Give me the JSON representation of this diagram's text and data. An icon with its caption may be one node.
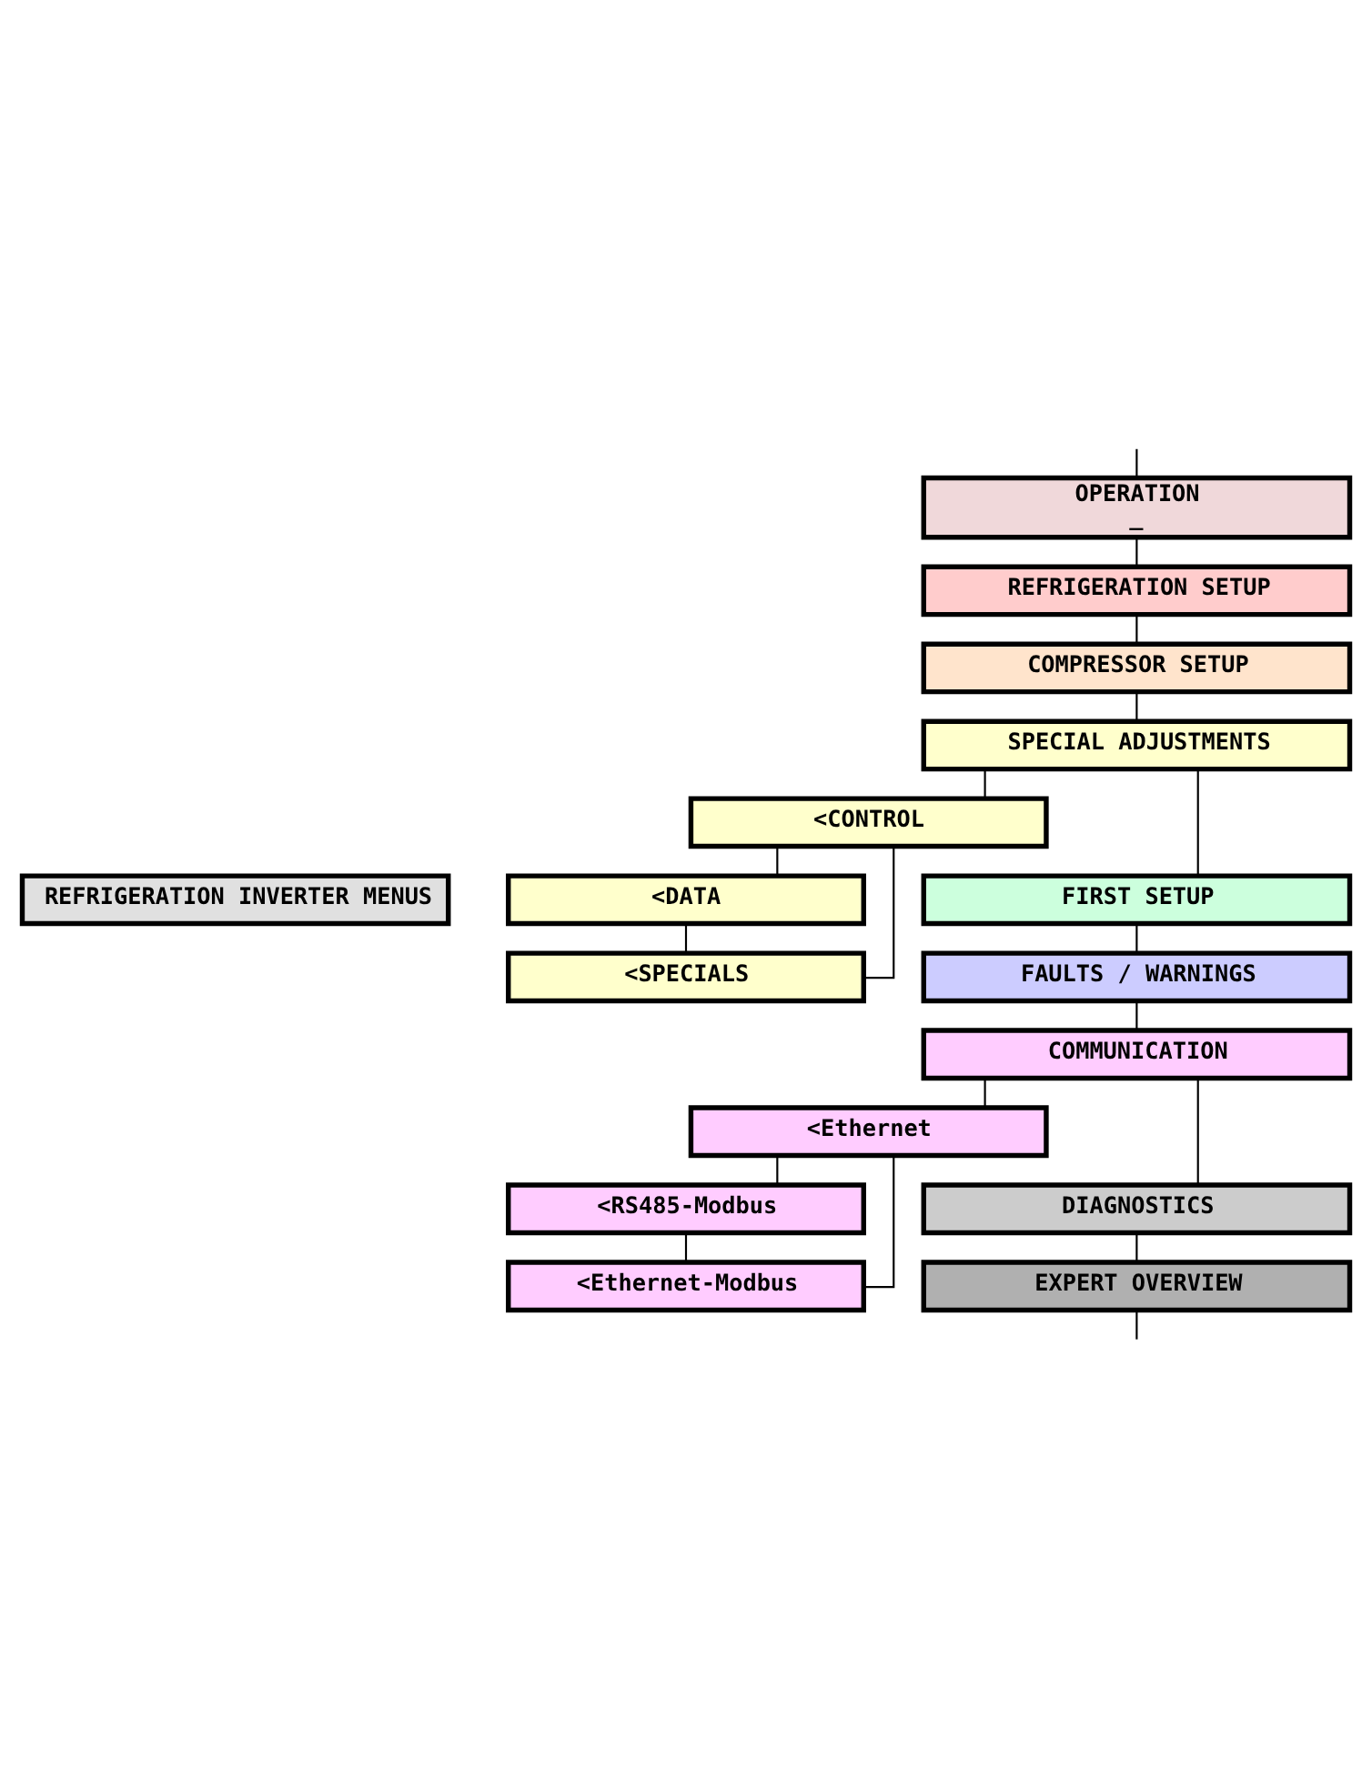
{
  "diagram": {
    "nodes": [
      {
        "text": [
          "REFRIGERATION INVERTER MENUS"
        ]
      },
      {
        "text": [
          "OPERATION",
          "_"
        ]
      },
      {
        "text": [
          "REFRIGERATION SETUP"
        ]
      },
      {
        "text": [
          "COMPRESSOR SETUP"
        ]
      },
      {
        "text": [
          "SPECIAL ADJUSTMENTS"
        ]
      },
      {
        "text": [
          "<CONTROL"
        ]
      },
      {
        "text": [
          "<DATA"
        ]
      },
      {
        "text": [
          "<SPECIALS"
        ]
      },
      {
        "text": [
          "FIRST SETUP"
        ]
      },
      {
        "text": [
          "FAULTS / WARNINGS"
        ]
      },
      {
        "text": [
          "COMMUNICATION"
        ]
      },
      {
        "text": [
          "<Ethernet"
        ]
      },
      {
        "text": [
          "<RS485-Modbus"
        ]
      },
      {
        "text": [
          "<Ethernet-Modbus"
        ]
      },
      {
        "text": [
          "DIAGNOSTICS"
        ]
      },
      {
        "text": [
          "EXPERT OVERVIEW"
        ]
      }
    ],
    "edges": [
      {
        "from": 1,
        "to": null,
        "arrow": "none"
      },
      {
        "from": 1,
        "to": 2,
        "arrow": "none"
      },
      {
        "from": 2,
        "to": 3,
        "arrow": "none"
      },
      {
        "from": 3,
        "to": 4,
        "arrow": "none"
      },
      {
        "from": 4,
        "to": 5,
        "arrow": "none"
      },
      {
        "from": 5,
        "to": 6,
        "arrow": "none"
      },
      {
        "from": 6,
        "to": 7,
        "arrow": "none"
      },
      {
        "from": 7,
        "to": 5,
        "arrow": "none"
      },
      {
        "from": 4,
        "to": 8,
        "arrow": "none"
      },
      {
        "from": 8,
        "to": 9,
        "arrow": "none"
      },
      {
        "from": 9,
        "to": 10,
        "arrow": "none"
      },
      {
        "from": 10,
        "to": 11,
        "arrow": "none"
      },
      {
        "from": 11,
        "to": 12,
        "arrow": "none"
      },
      {
        "from": 12,
        "to": 13,
        "arrow": "none"
      },
      {
        "from": 13,
        "to": 11,
        "arrow": "none"
      },
      {
        "from": 10,
        "to": 14,
        "arrow": "none"
      },
      {
        "from": 14,
        "to": 15,
        "arrow": "none"
      },
      {
        "from": 15,
        "to": null,
        "arrow": "none"
      }
    ]
  }
}
